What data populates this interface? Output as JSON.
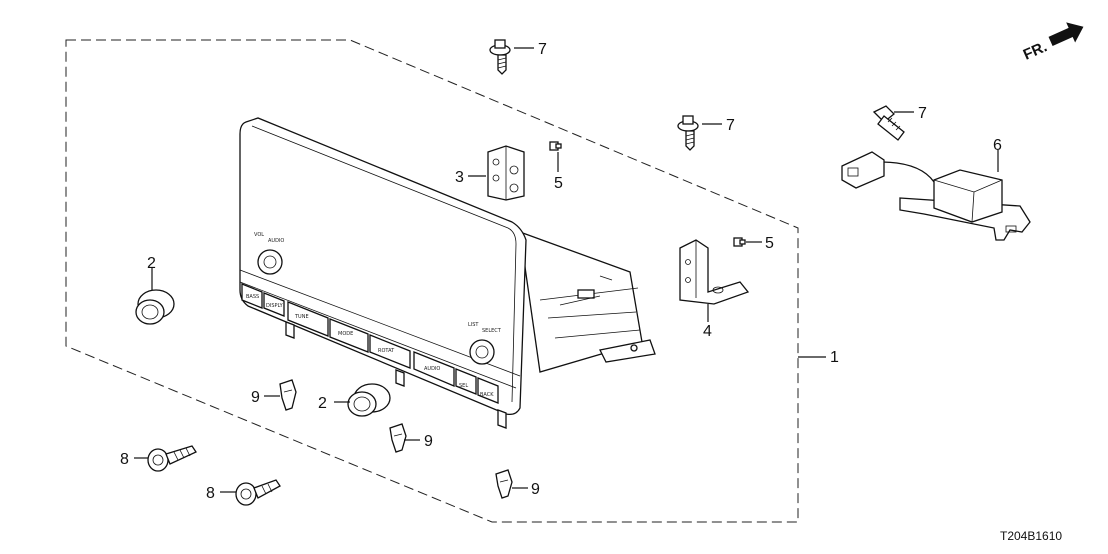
{
  "diagram_code": "T204B1610",
  "front_indicator": "FR.",
  "callouts": {
    "c1": "1",
    "c2a": "2",
    "c2b": "2",
    "c3": "3",
    "c4": "4",
    "c5a": "5",
    "c5b": "5",
    "c6": "6",
    "c7a": "7",
    "c7b": "7",
    "c7c": "7",
    "c8a": "8",
    "c8b": "8",
    "c9a": "9",
    "c9b": "9",
    "c9c": "9"
  }
}
